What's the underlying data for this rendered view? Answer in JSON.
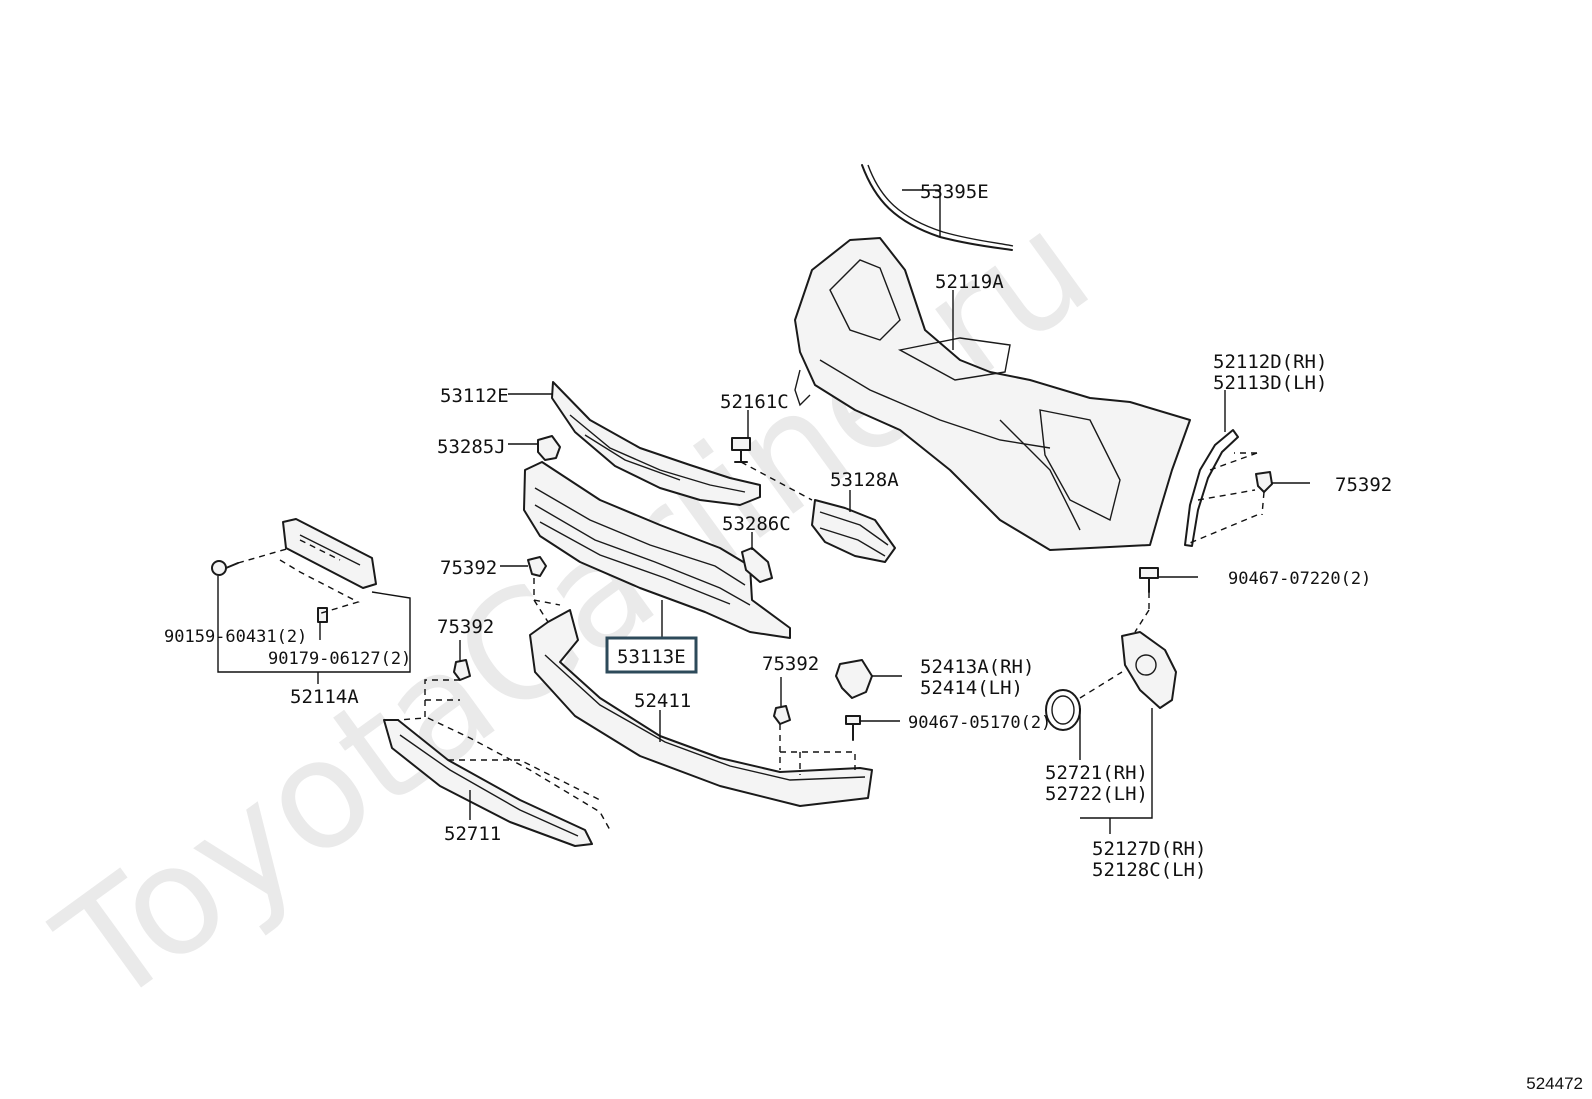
{
  "watermark": "ToyotaCarline.ru",
  "diagram_id": "524472",
  "highlighted_part": "53113E",
  "labels": {
    "p53395E": "53395E",
    "p52119A": "52119A",
    "p52112D": "52112D(RH)",
    "p52113D": "52113D(LH)",
    "p53112E": "53112E",
    "p52161C": "52161C",
    "p53285J": "53285J",
    "p53128A": "53128A",
    "p75392_right": "75392",
    "p53286C": "53286C",
    "p75392_a": "75392",
    "p90467_07220": "90467-07220(2)",
    "p90159": "90159-60431(2)",
    "p75392_b": "75392",
    "p53113E": "53113E",
    "p90179": "90179-06127(2)",
    "p75392_c": "75392",
    "p52413A": "52413A(RH)",
    "p52414": "52414(LH)",
    "p52114A": "52114A",
    "p52411": "52411",
    "p90467_05170": "90467-05170(2)",
    "p52721": "52721(RH)",
    "p52722": "52722(LH)",
    "p52711": "52711",
    "p52127D": "52127D(RH)",
    "p52128C": "52128C(LH)"
  }
}
